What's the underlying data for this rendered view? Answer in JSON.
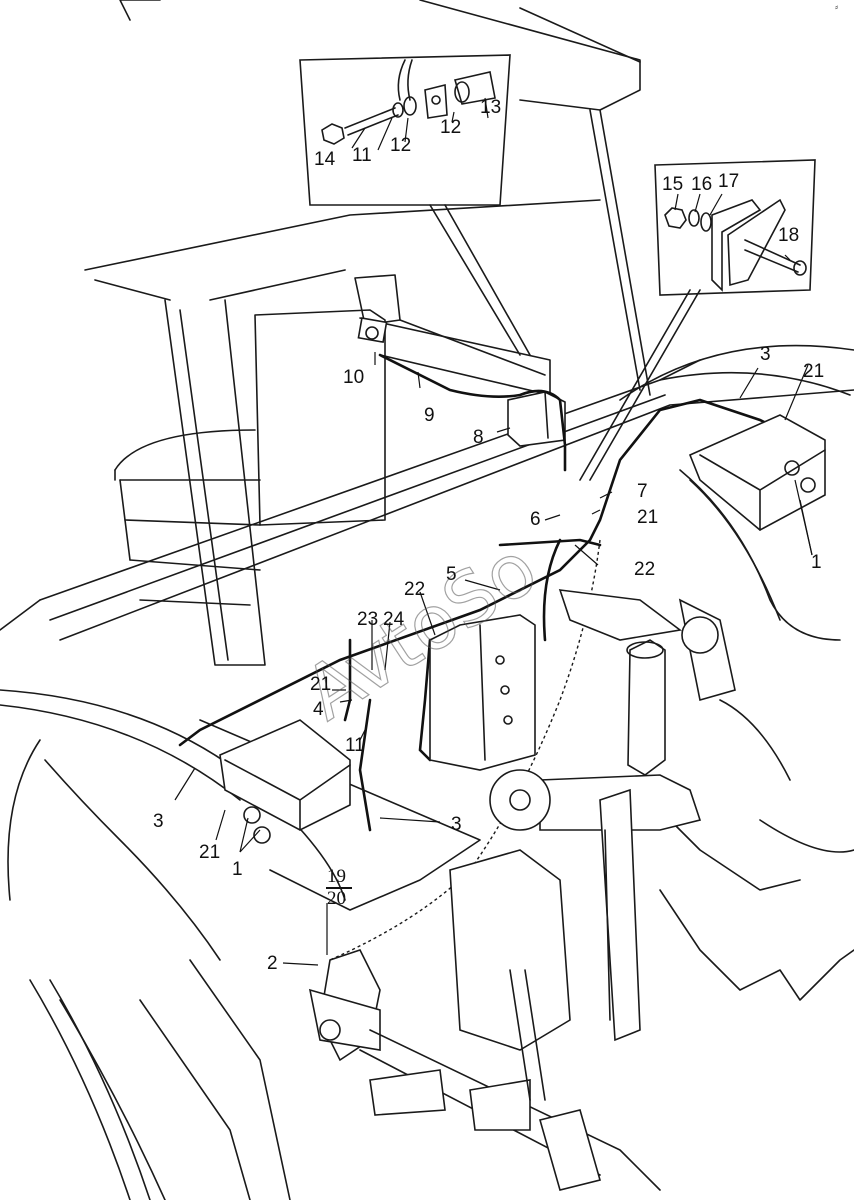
{
  "figure": {
    "type": "exploded parts / wiring harness diagram",
    "subject": "tractor rear — cab, fenders, batteries, rear hitch with electrical harness",
    "line_color": "#1a1a1a",
    "background": "#ffffff",
    "watermark": "AvtoSo",
    "corner_mark": "⸗"
  },
  "insets": [
    {
      "id": "inset-top",
      "description": "bolt / washer / clamp detail",
      "callouts": [
        "14",
        "11",
        "12",
        "12",
        "13"
      ]
    },
    {
      "id": "inset-right",
      "description": "nut / washer / bracket / screw detail",
      "callouts": [
        "15",
        "16",
        "17",
        "18"
      ]
    }
  ],
  "callouts": {
    "c14": "14",
    "c11a": "11",
    "c12a": "12",
    "c12b": "12",
    "c13": "13",
    "c15": "15",
    "c16": "16",
    "c17": "17",
    "c18": "18",
    "c10": "10",
    "c9": "9",
    "c8": "8",
    "c3r": "3",
    "c21r": "21",
    "c1r": "1",
    "c7": "7",
    "c6": "6",
    "c21m": "21",
    "c22a": "22",
    "c5": "5",
    "c22b": "22",
    "c23": "23",
    "c24": "24",
    "c21l": "21",
    "c4": "4",
    "c11b": "11",
    "c3l": "3",
    "c21b": "21",
    "c1l": "1",
    "c3c": "3",
    "c19": "19",
    "c20": "20",
    "c2": "2"
  }
}
